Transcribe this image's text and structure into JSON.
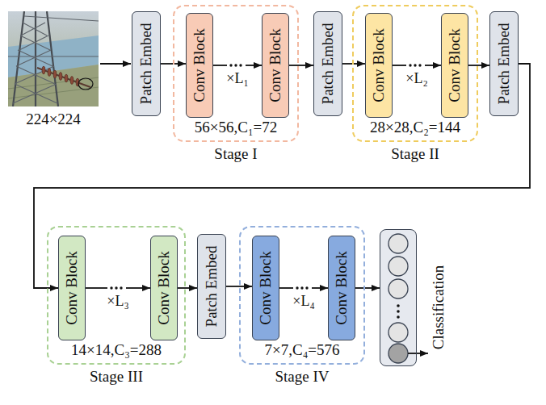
{
  "diagram": {
    "nodes": [
      {
        "text": [
          "Patch Embed"
        ]
      },
      {
        "text": [
          "56×56,C₁=72",
          "Stage I"
        ]
      },
      {
        "text": [
          "Conv Block"
        ],
        "in": 1
      },
      {
        "text": [
          "Conv Block"
        ],
        "in": 1
      },
      {
        "text": [
          "Patch Embed"
        ]
      },
      {
        "text": [
          "28×28,C₂=144",
          "Stage II"
        ]
      },
      {
        "text": [
          "Conv Block"
        ],
        "in": 5
      },
      {
        "text": [
          "Conv Block"
        ],
        "in": 5
      },
      {
        "text": [
          "Patch Embed"
        ]
      },
      {
        "text": [
          "14×14,C₃=288",
          "Stage III"
        ]
      },
      {
        "text": [
          "Conv Block"
        ],
        "in": 9
      },
      {
        "text": [
          "Conv Block"
        ],
        "in": 9
      },
      {
        "text": [
          "Patch Embed"
        ]
      },
      {
        "text": [
          "7×7,C₄=576",
          "Stage IV"
        ]
      },
      {
        "text": [
          "Conv Block"
        ],
        "in": 13
      },
      {
        "text": [
          "Conv Block"
        ],
        "in": 13
      },
      {
        "text": [
          "Classification"
        ]
      }
    ],
    "edges": [
      {
        "from": 0,
        "to": 2,
        "arrow": "to"
      },
      {
        "from": 2,
        "to": 3,
        "label": "×L₁",
        "arrow": "to"
      },
      {
        "from": 3,
        "to": 4,
        "arrow": "to"
      },
      {
        "from": 4,
        "to": 6,
        "arrow": "to"
      },
      {
        "from": 6,
        "to": 7,
        "label": "×L₂",
        "arrow": "to"
      },
      {
        "from": 7,
        "to": 8,
        "arrow": "to"
      },
      {
        "from": 8,
        "to": 10,
        "arrow": "to"
      },
      {
        "from": 10,
        "to": 11,
        "label": "×L₃",
        "arrow": "to"
      },
      {
        "from": 11,
        "to": 12,
        "arrow": "to"
      },
      {
        "from": 12,
        "to": 14,
        "arrow": "to"
      },
      {
        "from": 14,
        "to": 15,
        "label": "×L₄",
        "arrow": "to"
      },
      {
        "from": 15,
        "to": 16,
        "arrow": "to"
      }
    ],
    "labels": [
      "224×224"
    ]
  }
}
